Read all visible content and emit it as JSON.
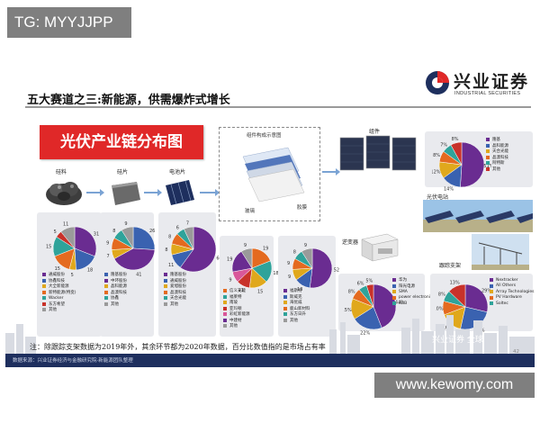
{
  "tg_badge": "TG: MYYJJPP",
  "logo": {
    "cn": "兴业证券",
    "en": "INDUSTRIAL SECURITIES"
  },
  "page_title": "五大赛道之三:新能源，供需爆炸式增长",
  "chain_title": "光伏产业链分布图",
  "stages": {
    "polysilicon": "硅料",
    "wafer": "硅片",
    "cell": "电池片",
    "module_struct": "组件构成示意图",
    "glass": "玻璃",
    "film": "胶膜",
    "module": "组件",
    "plant": "光伏电站",
    "inverter": "逆变器",
    "tracker": "跟踪支架"
  },
  "colors": {
    "purple": "#6a2c91",
    "blue": "#3a62b0",
    "gold": "#e0a81c",
    "gray": "#9a9a9a",
    "orange": "#e46a1f",
    "teal": "#2fa39a",
    "red": "#c8322a",
    "pink": "#d9579a",
    "green": "#5aa34a",
    "brand_red": "#e02828",
    "footer_navy": "#1e2f5e"
  },
  "pies": [
    {
      "id": "polysilicon",
      "slices": [
        {
          "value": 31,
          "color": "#6a2c91"
        },
        {
          "value": 18,
          "color": "#3a62b0"
        },
        {
          "value": 5,
          "color": "#e0a81c"
        },
        {
          "value": 15,
          "color": "#e46a1f"
        },
        {
          "value": 15,
          "color": "#2fa39a"
        },
        {
          "value": 5,
          "color": "#c8322a"
        },
        {
          "value": 11,
          "color": "#9a9a9a"
        }
      ],
      "labels": [
        "31",
        "18",
        "5",
        "15",
        "15",
        "5",
        "11"
      ],
      "legend": [
        "通威股份",
        "协鑫科技",
        "大全新能源",
        "新特能源(特变)",
        "Wacker",
        "东方希望",
        "其他"
      ]
    },
    {
      "id": "wafer",
      "slices": [
        {
          "value": 26,
          "color": "#3a62b0"
        },
        {
          "value": 41,
          "color": "#6a2c91"
        },
        {
          "value": 7,
          "color": "#e0a81c"
        },
        {
          "value": 9,
          "color": "#e46a1f"
        },
        {
          "value": 8,
          "color": "#2fa39a"
        },
        {
          "value": 9,
          "color": "#9a9a9a"
        }
      ],
      "labels": [
        "26",
        "41",
        "7",
        "9",
        "8",
        "9"
      ],
      "legend": [
        "隆基股份",
        "中环股份",
        "晶科能源",
        "晶澳科技",
        "协鑫",
        "其他"
      ]
    },
    {
      "id": "cell",
      "slices": [
        {
          "value": 60,
          "color": "#6a2c91"
        },
        {
          "value": 11,
          "color": "#3a62b0"
        },
        {
          "value": 8,
          "color": "#e0a81c"
        },
        {
          "value": 8,
          "color": "#e46a1f"
        },
        {
          "value": 6,
          "color": "#2fa39a"
        },
        {
          "value": 7,
          "color": "#9a9a9a"
        }
      ],
      "labels": [
        "60",
        "11",
        "8",
        "8",
        "6",
        "7"
      ],
      "legend": [
        "隆基股份",
        "通威股份",
        "爱旭股份",
        "晶澳科技",
        "天合光能",
        "其他"
      ]
    },
    {
      "id": "glass",
      "slices": [
        {
          "value": 19,
          "color": "#e46a1f"
        },
        {
          "value": 18,
          "color": "#2fa39a"
        },
        {
          "value": 15,
          "color": "#e0a81c"
        },
        {
          "value": 11,
          "color": "#c8322a"
        },
        {
          "value": 9,
          "color": "#d9579a"
        },
        {
          "value": 19,
          "color": "#6a2c91"
        },
        {
          "value": 9,
          "color": "#9a9a9a"
        }
      ],
      "labels": [
        "19",
        "18",
        "15",
        "11",
        "9",
        "19",
        "9"
      ],
      "legend": [
        "信义光能",
        "福莱特",
        "南玻",
        "亚玛顿",
        "彩虹新能源",
        "中建材",
        "其他"
      ]
    },
    {
      "id": "film",
      "slices": [
        {
          "value": 52,
          "color": "#6a2c91"
        },
        {
          "value": 13,
          "color": "#3a62b0"
        },
        {
          "value": 9,
          "color": "#e0a81c"
        },
        {
          "value": 9,
          "color": "#e46a1f"
        },
        {
          "value": 8,
          "color": "#2fa39a"
        },
        {
          "value": 9,
          "color": "#9a9a9a"
        }
      ],
      "labels": [
        "52",
        "13",
        "9",
        "9",
        "8",
        "9"
      ],
      "legend": [
        "福斯特",
        "斯威克",
        "海优威",
        "鹿山新材料",
        "东方日升",
        "其他"
      ]
    },
    {
      "id": "module",
      "slices": [
        {
          "value": 51,
          "color": "#6a2c91"
        },
        {
          "value": 14,
          "color": "#3a62b0"
        },
        {
          "value": 12,
          "color": "#e0a81c"
        },
        {
          "value": 8,
          "color": "#e46a1f"
        },
        {
          "value": 7,
          "color": "#2fa39a"
        },
        {
          "value": 8,
          "color": "#c8322a"
        }
      ],
      "labels": [
        "51%",
        "14%",
        "12%",
        "8%",
        "7%",
        "8%"
      ],
      "legend": [
        "隆基",
        "晶科能源",
        "天合光能",
        "晶澳科技",
        "阿特斯",
        "其他"
      ]
    },
    {
      "id": "inverter",
      "slices": [
        {
          "value": 44,
          "color": "#6a2c91"
        },
        {
          "value": 22,
          "color": "#3a62b0"
        },
        {
          "value": 15,
          "color": "#e0a81c"
        },
        {
          "value": 8,
          "color": "#e46a1f"
        },
        {
          "value": 6,
          "color": "#2fa39a"
        },
        {
          "value": 5,
          "color": "#c8322a"
        }
      ],
      "labels": [
        "44%",
        "22%",
        "15%",
        "8%",
        "6%",
        "5%"
      ],
      "legend": [
        "华为",
        "阳光电源",
        "SMA",
        "power electroni",
        "ABB",
        ""
      ]
    },
    {
      "id": "tracker",
      "slices": [
        {
          "value": 29,
          "color": "#6a2c91"
        },
        {
          "value": 25,
          "color": "#3a62b0"
        },
        {
          "value": 16,
          "color": "#e0a81c"
        },
        {
          "value": 10,
          "color": "#e46a1f"
        },
        {
          "value": 8,
          "color": "#2fa39a"
        },
        {
          "value": 13,
          "color": "#c8322a"
        }
      ],
      "labels": [
        "29%",
        "25%",
        "16%",
        "10%",
        "8%",
        "13%"
      ],
      "legend": [
        "Nextracker",
        "All Others",
        "Array Technologies",
        "PV Hardware",
        "Soltec"
      ]
    }
  ],
  "note": "注：除跟踪支架数据为2019年外，其余环节都为2020年数据，百分比数值指的是市场占有率",
  "footer": "数据来源：兴业证券经济与金融研究院·新能源团队整理",
  "footer_right": "兴业证券  全球",
  "page_number": "42",
  "watermark": "www.kewomy.com"
}
